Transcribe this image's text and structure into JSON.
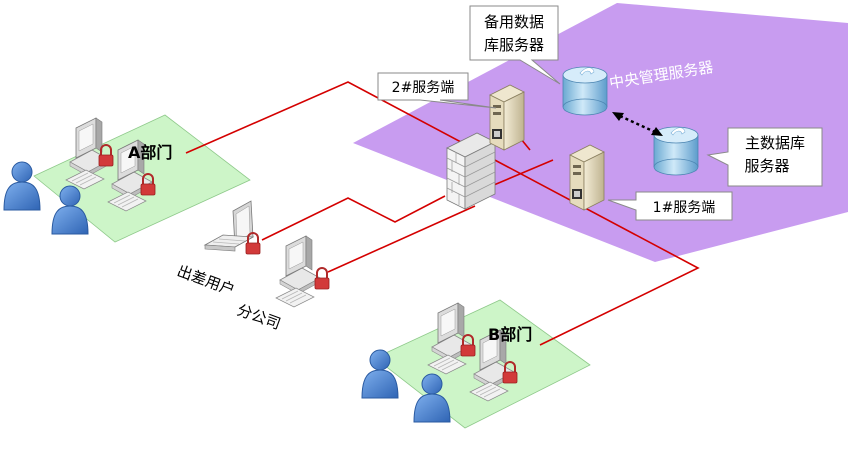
{
  "zones": {
    "central": {
      "label": "中央管理服务器",
      "fill": "#c89cf0"
    },
    "dept_a": {
      "label": "A部门",
      "fill": "#cdf5c8"
    },
    "dept_b": {
      "label": "B部门",
      "fill": "#cdf5c8"
    }
  },
  "servers": {
    "backup_db": {
      "label_line1": "备用数据",
      "label_line2": "库服务器"
    },
    "main_db": {
      "label_line1": "主数据库",
      "label_line2": "服务器"
    },
    "server_end_2": {
      "label": "2#服务端"
    },
    "server_end_1": {
      "label": "1#服务端"
    }
  },
  "remote": {
    "travel_user": {
      "label": "出差用户"
    },
    "branch_office": {
      "label": "分公司"
    }
  },
  "colors": {
    "link": "#d40000",
    "database": "#8ec6e8",
    "person": "#4a86d8",
    "lock": "#d23a3a",
    "callout_border": "#8a8a8a"
  },
  "icons": [
    "firewall-icon",
    "server-icon",
    "database-icon",
    "computer-icon",
    "laptop-icon",
    "person-icon",
    "lock-icon"
  ]
}
